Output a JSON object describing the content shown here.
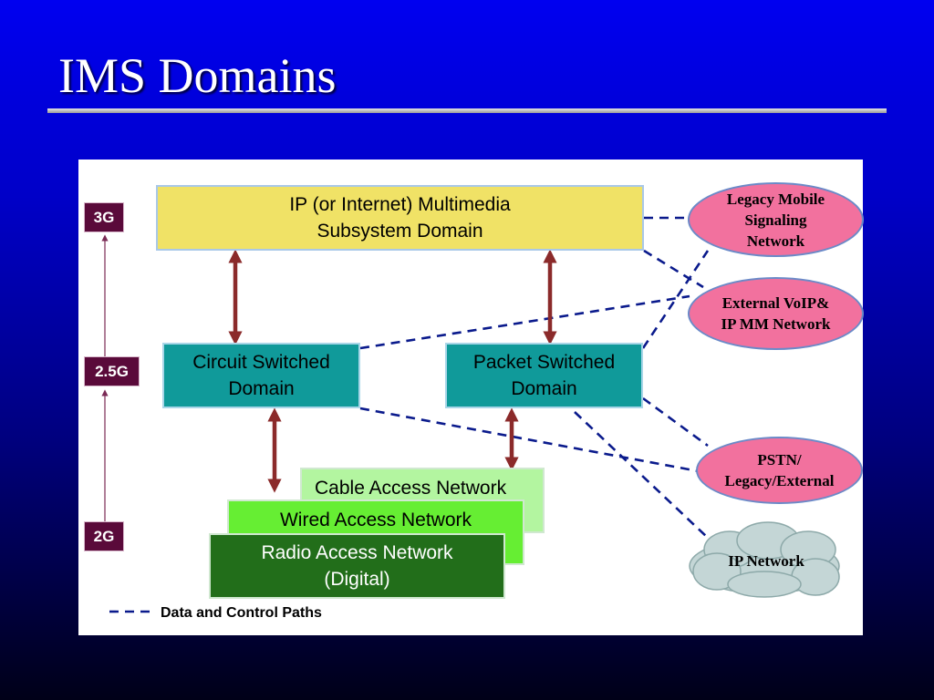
{
  "slide": {
    "title": "IMS Domains"
  },
  "diagram": {
    "generations": [
      {
        "label": "3G"
      },
      {
        "label": "2.5G"
      },
      {
        "label": "2G"
      }
    ],
    "domains": {
      "ims": {
        "lines": [
          "IP (or Internet) Multimedia",
          "Subsystem Domain"
        ]
      },
      "circuit_switched": {
        "lines": [
          "Circuit Switched",
          "Domain"
        ]
      },
      "packet_switched": {
        "lines": [
          "Packet Switched",
          "Domain"
        ]
      }
    },
    "access_networks": {
      "cable": {
        "label": "Cable Access Network"
      },
      "wired": {
        "label": "Wired Access Network"
      },
      "radio": {
        "lines": [
          "Radio Access Network",
          "(Digital)"
        ]
      }
    },
    "external_networks": {
      "legacy_mobile": {
        "lines": [
          "Legacy Mobile",
          "Signaling",
          "Network"
        ]
      },
      "external_voip": {
        "lines": [
          "External VoIP&",
          "IP MM Network"
        ]
      },
      "pstn": {
        "lines": [
          "PSTN/",
          "Legacy/External"
        ]
      },
      "ip_network": {
        "label": "IP Network"
      }
    },
    "legend": {
      "label": "Data and Control Paths"
    },
    "colors": {
      "ims_fill": "#f0e266",
      "domain_fill": "#109a9a",
      "cable_fill": "#b3f5a0",
      "wired_fill": "#66ee33",
      "radio_fill": "#226e1a",
      "external_oval_fill": "#f2719e",
      "cloud_fill": "#c4d6d6",
      "generation_fill": "#5a0a3a",
      "arrow_color": "#8b2a2a",
      "path_color": "#0a1a8c"
    }
  }
}
